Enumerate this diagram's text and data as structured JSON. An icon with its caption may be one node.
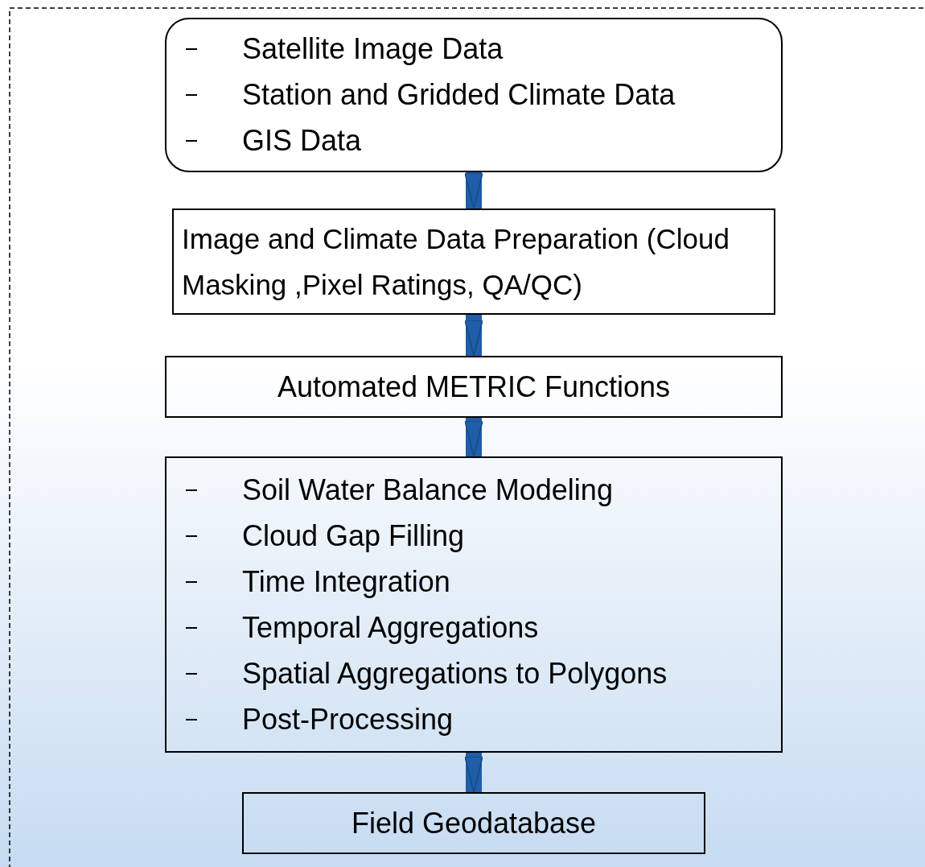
{
  "diagram": {
    "nodes": [
      {
        "text": [
          "Satellite Image Data",
          "Station and Gridded Climate Data",
          "GIS Data"
        ]
      },
      {
        "text": [
          "Image and Climate Data Preparation (Cloud Masking ,Pixel Ratings, QA/QC)"
        ]
      },
      {
        "text": [
          "Automated METRIC Functions"
        ]
      },
      {
        "text": [
          "Soil Water Balance Modeling",
          "Cloud Gap Filling",
          "Time Integration",
          "Temporal Aggregations",
          "Spatial Aggregations to Polygons",
          "Post-Processing"
        ]
      },
      {
        "text": [
          "Field Geodatabase"
        ]
      }
    ],
    "edges": [
      {
        "from": 0,
        "to": 1,
        "arrow": "to"
      },
      {
        "from": 1,
        "to": 2,
        "arrow": "to"
      },
      {
        "from": 2,
        "to": 3,
        "arrow": "to"
      },
      {
        "from": 3,
        "to": 4,
        "arrow": "to"
      }
    ]
  }
}
